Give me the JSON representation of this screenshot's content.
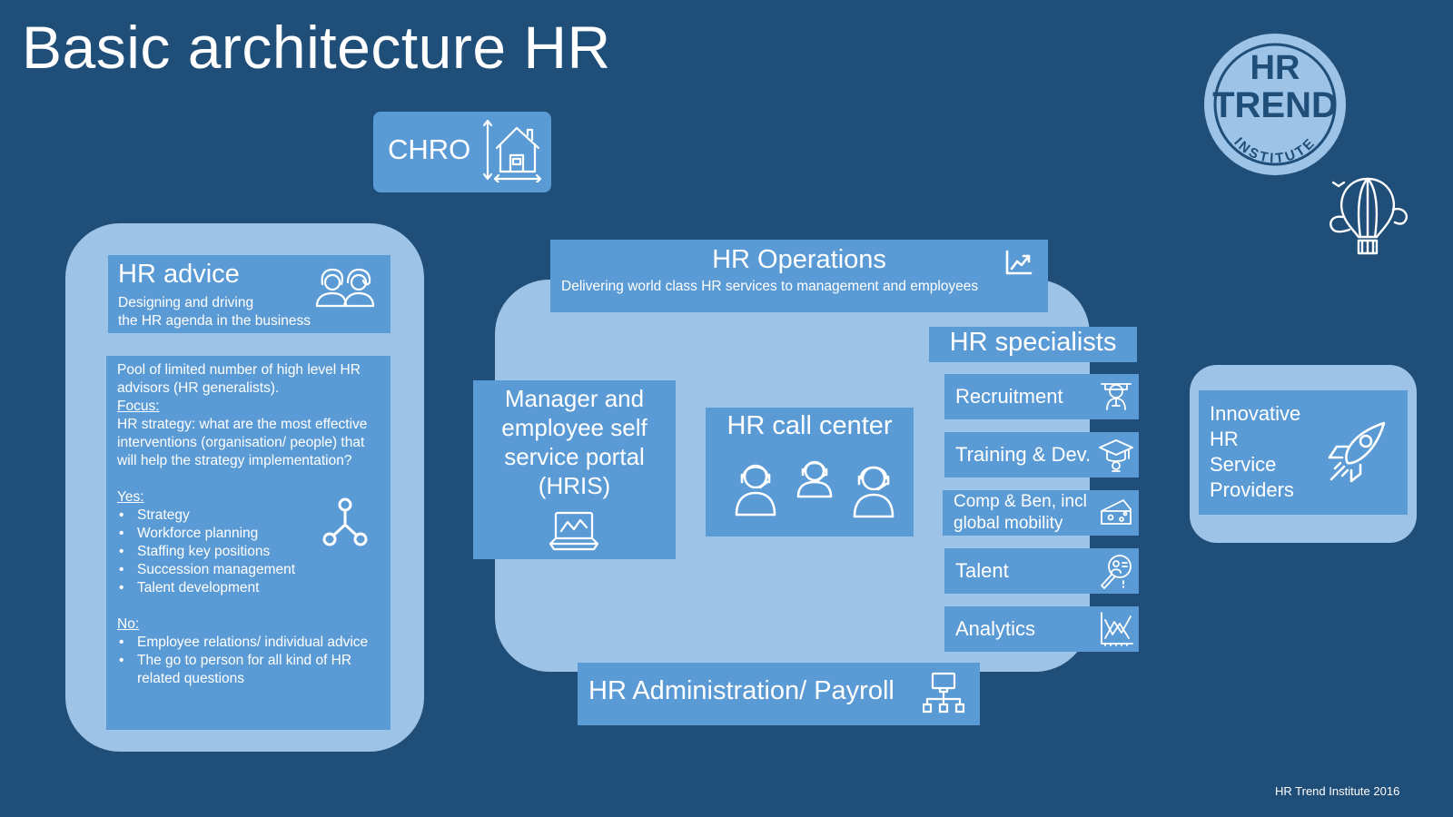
{
  "title": "Basic architecture HR",
  "chro": {
    "label": "CHRO",
    "icon": "house-blueprint-icon"
  },
  "logo": {
    "line1": "HR",
    "line2": "TREND",
    "line3": "INSTITUTE"
  },
  "balloon_icon": "hot-air-balloon-icon",
  "hr_advice": {
    "heading": "HR advice",
    "subtitle_line1": "Designing and driving",
    "subtitle_line2": "the HR agenda in the business",
    "icon": "people-icon",
    "pool_text": "Pool of limited number of high level HR advisors (HR generalists).",
    "focus_label": "Focus:",
    "focus_text": "HR strategy: what are the most effective interventions (organisation/ people) that will help the strategy implementation?",
    "yes_label": "Yes:",
    "yes_items": [
      "Strategy",
      "Workforce planning",
      "Staffing key positions",
      "Succession management",
      "Talent development"
    ],
    "no_label": "No:",
    "no_items": [
      "Employee relations/ individual advice",
      "The go to person for all kind of HR related questions"
    ],
    "network_icon": "network-nodes-icon"
  },
  "hr_operations": {
    "heading": "HR Operations",
    "subtitle": "Delivering world class HR services to management and employees",
    "icon": "chart-trend-icon"
  },
  "self_service": {
    "text": "Manager and employee self service portal (HRIS)",
    "icon": "laptop-icon"
  },
  "call_center": {
    "heading": "HR call center",
    "icon": "headset-agents-icon"
  },
  "hr_specialists": {
    "heading": "HR specialists",
    "items": [
      {
        "label": "Recruitment",
        "icon": "recruiter-icon"
      },
      {
        "label": "Training & Dev.",
        "icon": "graduation-cap-icon"
      },
      {
        "label_line1": "Comp & Ben, incl",
        "label_line2": "global mobility",
        "icon": "cheese-icon"
      },
      {
        "label": "Talent",
        "icon": "magnifier-person-icon"
      },
      {
        "label": "Analytics",
        "icon": "analytics-graph-icon"
      }
    ]
  },
  "admin_payroll": {
    "label": "HR Administration/ Payroll",
    "icon": "network-hierarchy-icon"
  },
  "innovative": {
    "line1": "Innovative",
    "line2": "HR",
    "line3": "Service",
    "line4": "Providers",
    "icon": "rocket-icon"
  },
  "footer": "HR Trend Institute 2016"
}
